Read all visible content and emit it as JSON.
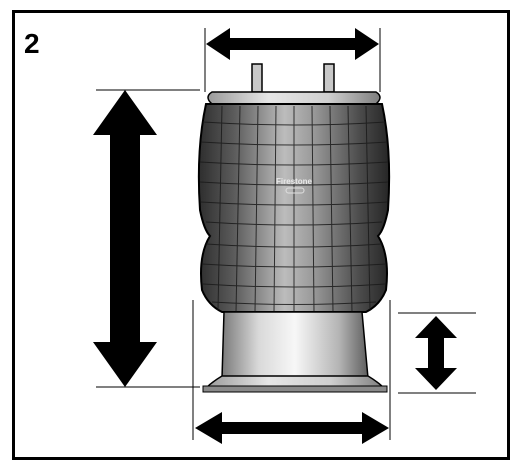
{
  "figure": {
    "step_number": "2",
    "brand_label": "Firestone",
    "colors": {
      "frame": "#000000",
      "arrow": "#000000",
      "guide_line": "#000000",
      "bellows_dark": "#3a3a3a",
      "bellows_light": "#bdbdbd",
      "piston_light": "#f2f2f2",
      "piston_dark": "#6a6a6a"
    },
    "dimension_arrows": [
      {
        "id": "upper-width",
        "orientation": "horizontal"
      },
      {
        "id": "overall-height",
        "orientation": "vertical"
      },
      {
        "id": "piston-height",
        "orientation": "vertical"
      },
      {
        "id": "base-width",
        "orientation": "horizontal"
      }
    ],
    "icons": [
      "double-arrow-icon",
      "air-spring-icon"
    ]
  }
}
